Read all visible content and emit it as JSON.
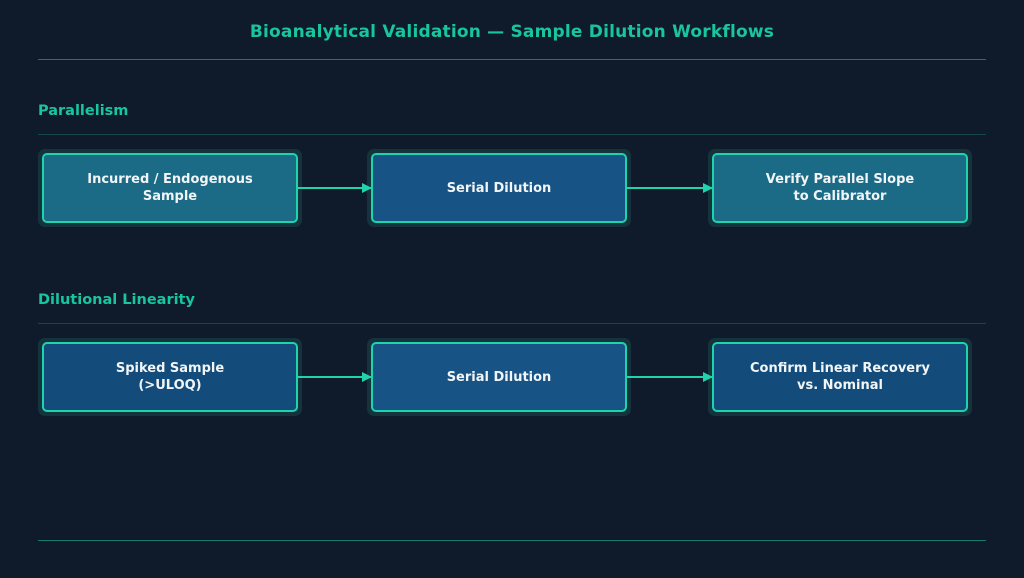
{
  "title": "Bioanalytical Validation — Sample Dilution Workflows",
  "sections": [
    {
      "label": "Parallelism",
      "nodes": [
        {
          "text": "Incurred / Endogenous\nSample"
        },
        {
          "text": "Serial Dilution"
        },
        {
          "text": "Verify Parallel Slope\nto Calibrator"
        }
      ]
    },
    {
      "label": "Dilutional Linearity",
      "nodes": [
        {
          "text": "Spiked Sample\n(>ULOQ)"
        },
        {
          "text": "Serial Dilution"
        },
        {
          "text": "Confirm Linear Recovery\nvs. Nominal"
        }
      ]
    }
  ],
  "colors": {
    "background": "#0f1b2a",
    "accent": "#19c4a0",
    "node_border": "#1fd3ac",
    "node_teal": "#1c6b86",
    "node_blue": "#175384",
    "node_navy": "#134c7a"
  }
}
